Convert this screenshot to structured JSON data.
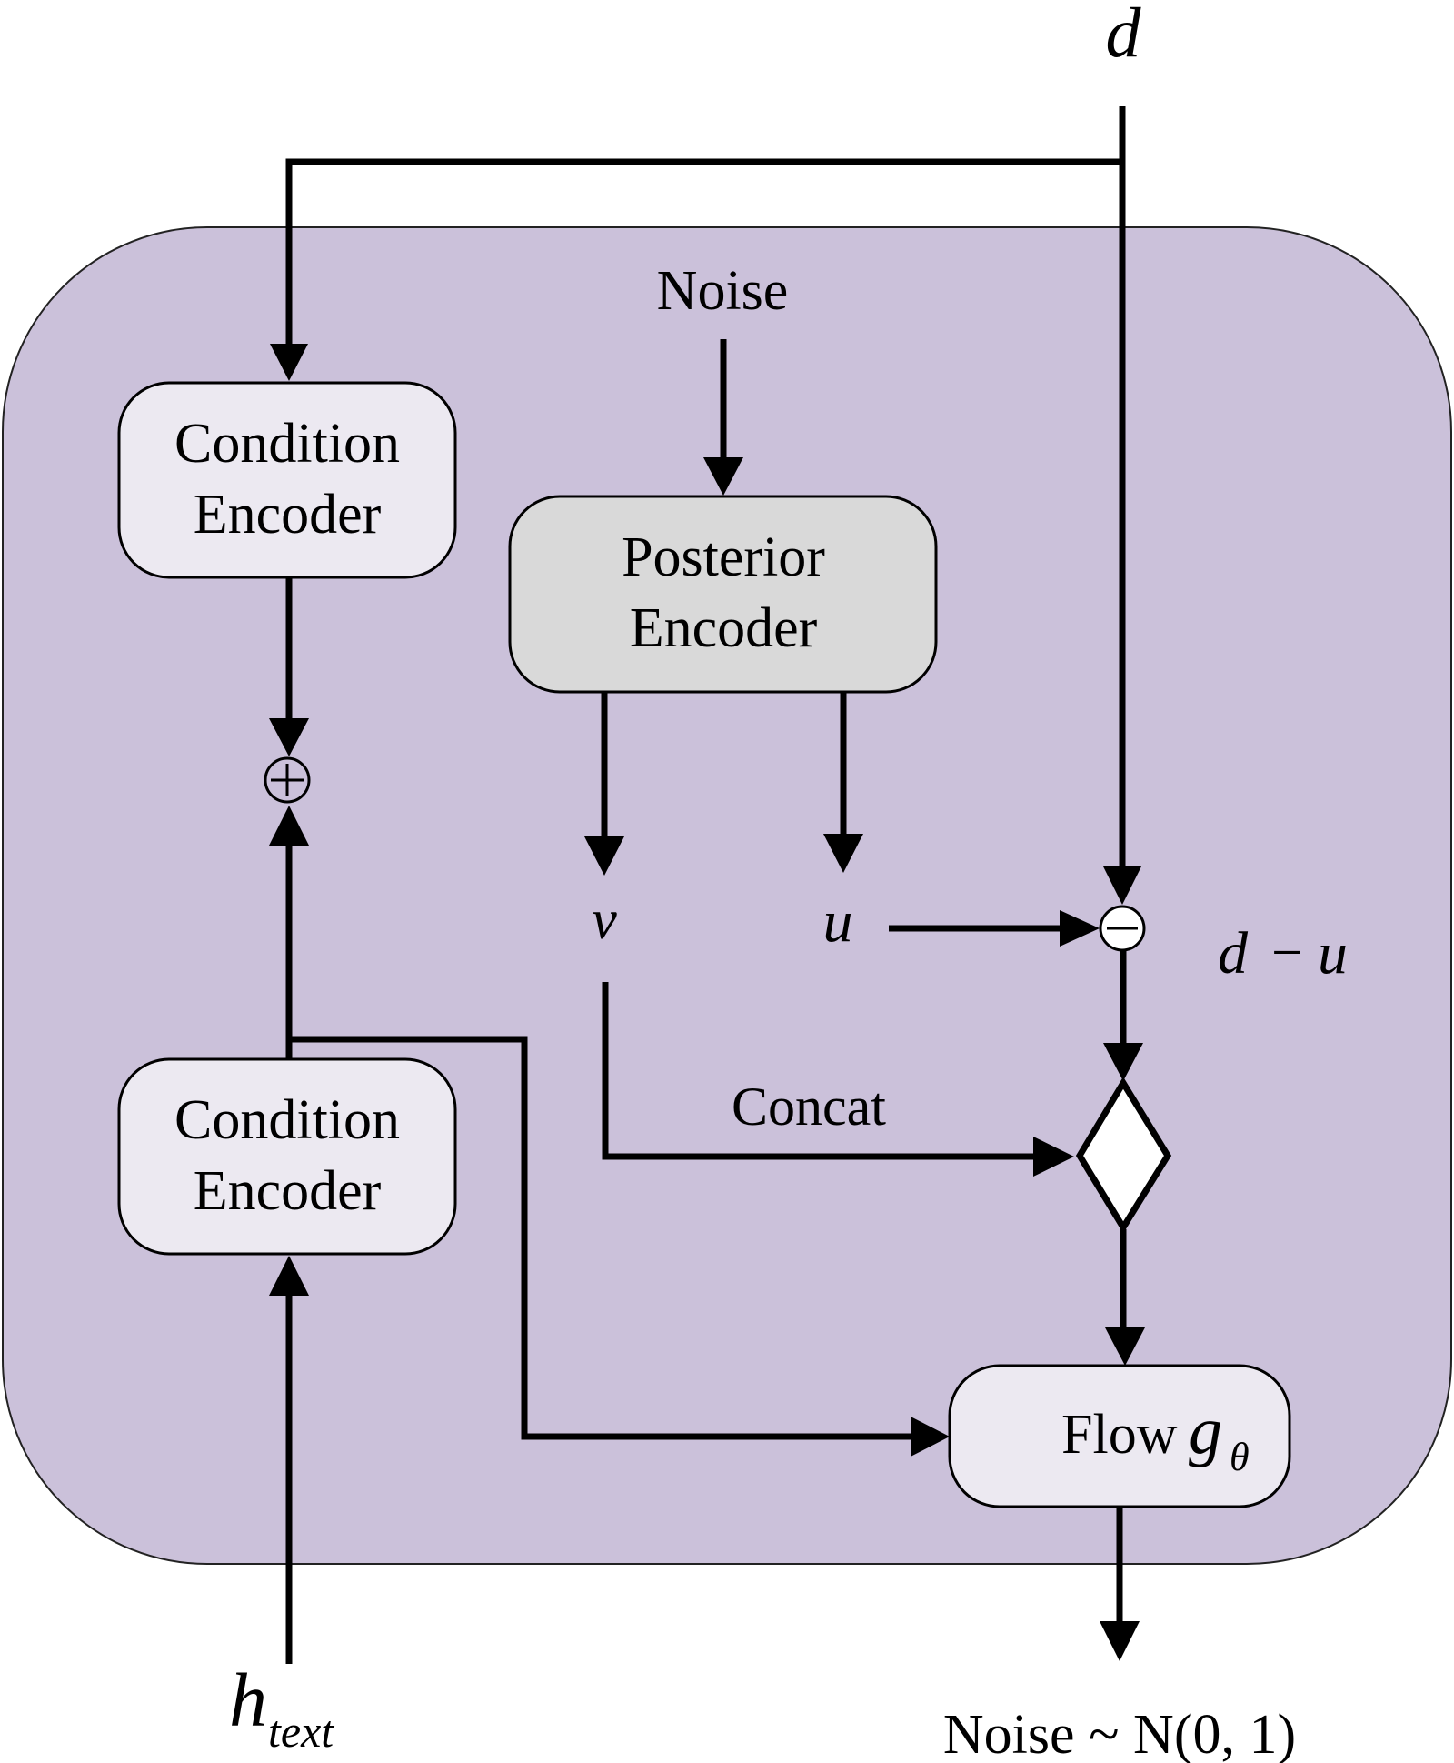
{
  "figure": {
    "description": "Conditional flow-based duration predictor with posterior encoder",
    "colors": {
      "container_fill": "#CBC1DA",
      "encoder_box_fill": "#ECE9F1",
      "posterior_box_fill": "#D9D9D9",
      "operator_fill": "#FFFFFF",
      "line": "#000000"
    }
  },
  "inputs": {
    "duration": "d",
    "text_hidden": "h",
    "text_hidden_subscript": "text",
    "noise": "Noise"
  },
  "blocks": {
    "condition_encoder_top": {
      "line1": "Condition",
      "line2": "Encoder"
    },
    "condition_encoder_bottom": {
      "line1": "Condition",
      "line2": "Encoder"
    },
    "posterior_encoder": {
      "line1": "Posterior",
      "line2": "Encoder"
    },
    "flow": {
      "label": "Flow",
      "symbol": "g",
      "subscript": "θ"
    }
  },
  "operators": {
    "add": "⊕",
    "subtract": "⊖",
    "concat_label": "Concat"
  },
  "variables": {
    "v": "v",
    "u": "u",
    "difference": {
      "d": "d",
      "minus": "−",
      "u": "u"
    }
  },
  "output": {
    "label": "Noise ~ N(0, 1)"
  }
}
